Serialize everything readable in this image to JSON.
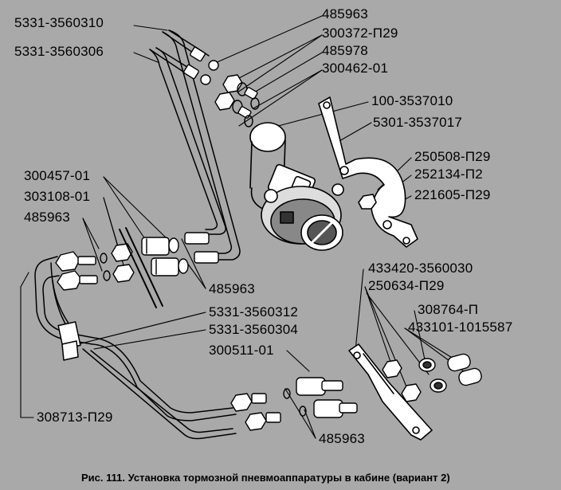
{
  "diagram": {
    "caption": "Рис. 111. Установка тормозной пневмоаппаратуры в кабине (вариант 2)",
    "labels": {
      "l_5331_3560310": "5331-3560310",
      "l_5331_3560306": "5331-3560306",
      "l_485963_top": "485963",
      "l_300372_p29": "300372-П29",
      "l_485978": "485978",
      "l_300462_01": "300462-01",
      "l_100_3537010": "100-3537010",
      "l_5301_3537017": "5301-3537017",
      "l_250508_p29": "250508-П29",
      "l_252134_p2": "252134-П2",
      "l_221605_p29": "221605-П29",
      "l_300457_01": "300457-01",
      "l_303108_01": "303108-01",
      "l_485963_left": "485963",
      "l_485963_mid": "485963",
      "l_5331_3560312": "5331-3560312",
      "l_5331_3560304": "5331-3560304",
      "l_300511_01": "300511-01",
      "l_485963_bottom": "485963",
      "l_308713_p29": "308713-П29",
      "l_433420_3560030": "433420-3560030",
      "l_250634_p29": "250634-П29",
      "l_308764_p": "308764-П",
      "l_433101_1015587": "433101-1015587"
    }
  }
}
